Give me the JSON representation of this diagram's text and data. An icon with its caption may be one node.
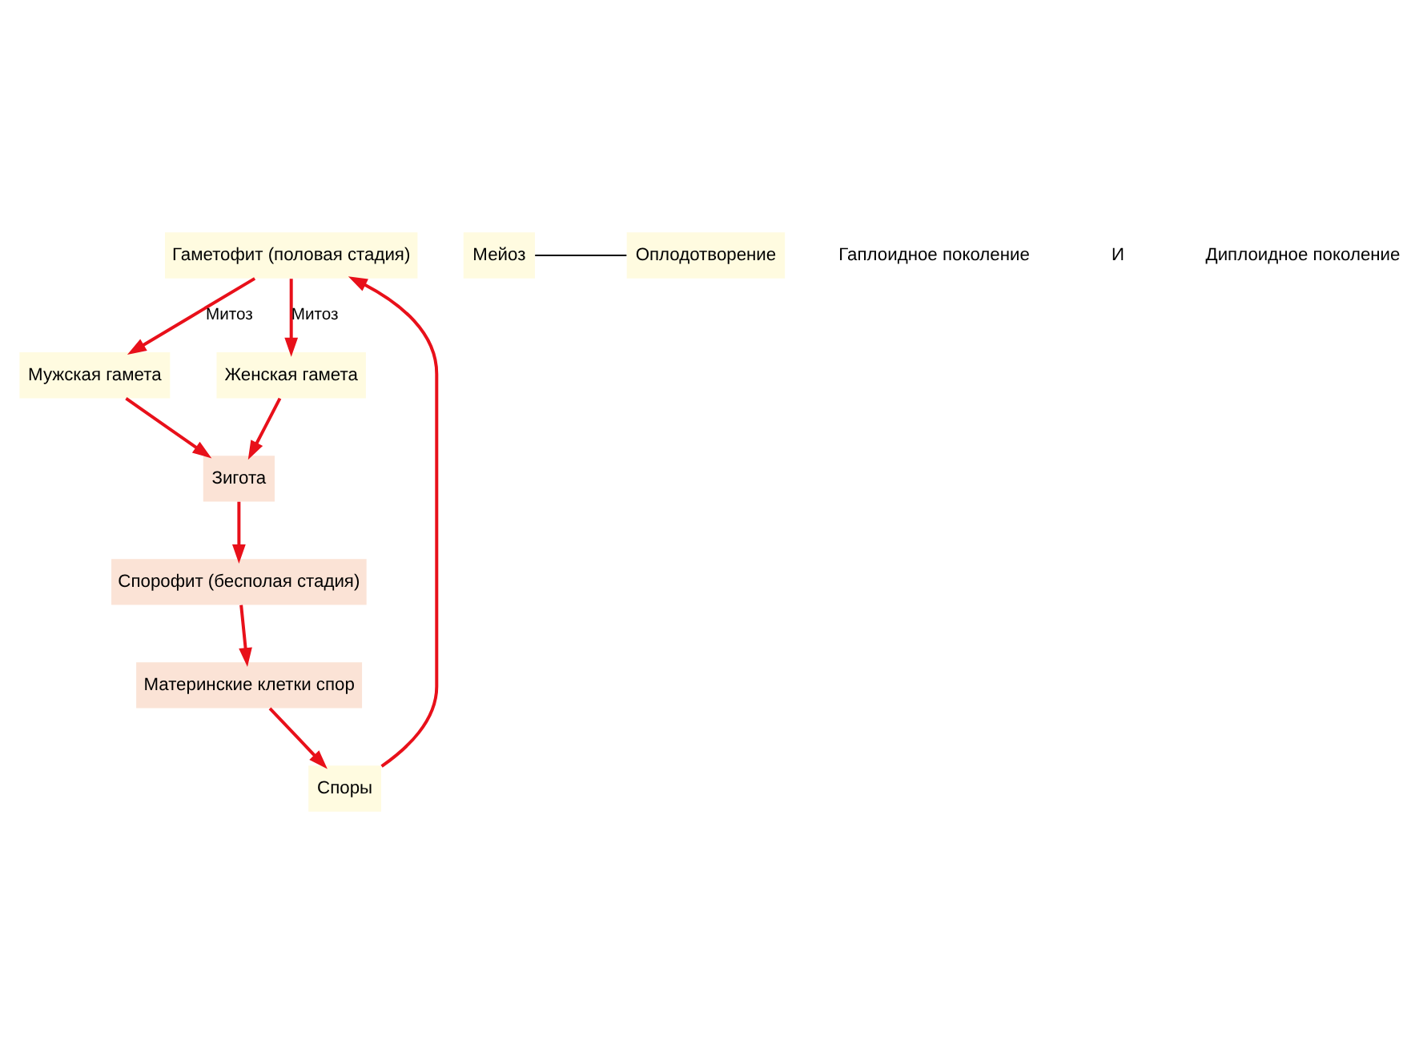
{
  "diagram": {
    "nodes": [
      {
        "text": [
          "Гаметофит (половая стадия)"
        ]
      },
      {
        "text": [
          "Мужская гамета"
        ]
      },
      {
        "text": [
          "Женская гамета"
        ]
      },
      {
        "text": [
          "Зигота"
        ]
      },
      {
        "text": [
          "Спорофит (бесполая стадия)"
        ]
      },
      {
        "text": [
          "Материнские клетки спор"
        ]
      },
      {
        "text": [
          "Споры"
        ]
      },
      {
        "text": [
          "Мейоз"
        ]
      },
      {
        "text": [
          "Оплодотворение"
        ]
      }
    ],
    "edges": [
      {
        "from": 0,
        "to": 1,
        "arrow": "to",
        "label": "Митоз"
      },
      {
        "from": 0,
        "to": 2,
        "arrow": "to",
        "label": "Митоз"
      },
      {
        "from": 1,
        "to": 3,
        "arrow": "to"
      },
      {
        "from": 2,
        "to": 3,
        "arrow": "to"
      },
      {
        "from": 3,
        "to": 4,
        "arrow": "to"
      },
      {
        "from": 4,
        "to": 5,
        "arrow": "to"
      },
      {
        "from": 5,
        "to": 6,
        "arrow": "to"
      },
      {
        "from": 6,
        "to": 0,
        "arrow": "to"
      },
      {
        "from": 7,
        "to": 8,
        "arrow": "none",
        "color": "#000000"
      }
    ],
    "labels": [
      "Гаплоидное поколение",
      "И",
      "Диплоидное поколение"
    ]
  }
}
